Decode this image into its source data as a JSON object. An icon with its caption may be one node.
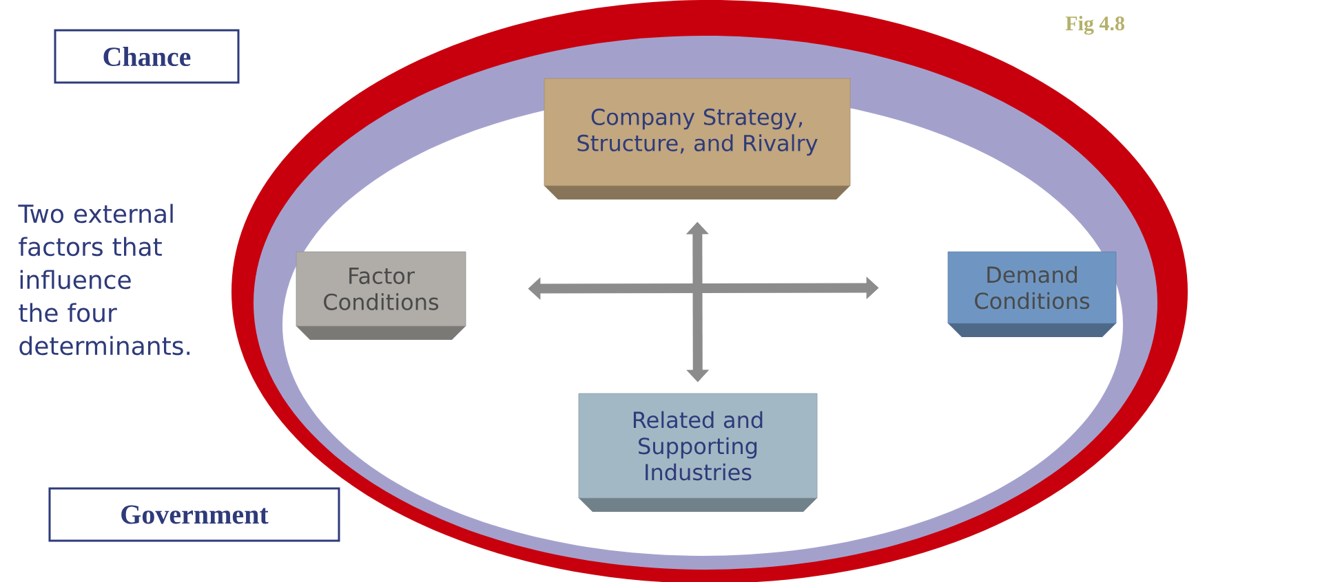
{
  "diagram": {
    "nodes": [
      {
        "text": [
          "Chance"
        ]
      },
      {
        "text": [
          "Company Strategy, Structure, and Rivalry"
        ]
      },
      {
        "text": [
          "Factor Conditions"
        ]
      },
      {
        "text": [
          "Demand Conditions"
        ]
      },
      {
        "text": [
          "Related and Supporting Industries"
        ]
      },
      {
        "text": [
          "Government"
        ]
      }
    ],
    "edges": [
      {
        "from": 1,
        "to": 4,
        "arrow": "both"
      },
      {
        "from": 2,
        "to": 3,
        "arrow": "both"
      }
    ],
    "labels": [
      "Fig 4.8",
      "Two external factors that influence the four determinants."
    ]
  }
}
